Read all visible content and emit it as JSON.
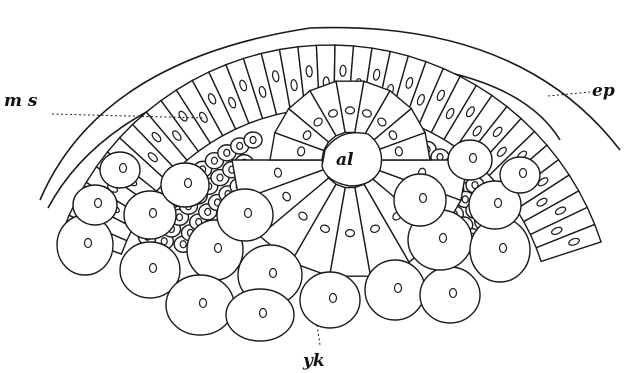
{
  "figure": {
    "labels": {
      "ms": "m s",
      "ep": "ep",
      "al": "al",
      "yk": "yk"
    },
    "colors": {
      "ink": "#1a1a1a",
      "paper": "#ffffff"
    }
  }
}
